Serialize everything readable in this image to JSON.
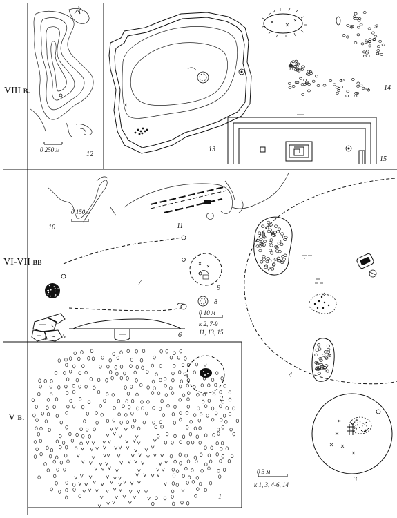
{
  "periods": {
    "viii": "VIII в.",
    "vi_vii": "VI-VII вв",
    "v": "V в."
  },
  "figure_numbers": [
    "1",
    "2",
    "3",
    "4",
    "5",
    "6",
    "7",
    "8",
    "9",
    "10",
    "11",
    "12",
    "13",
    "14",
    "15"
  ],
  "scales": {
    "s250": "0   250 м",
    "s150": "0   150 м",
    "s10_value": "0      10 м",
    "s10_note_1": "к 2, 7-9",
    "s10_note_2": "11, 13, 15",
    "s3_value": "0          3 м",
    "s3_note": "к 1, 3, 4-6, 14"
  }
}
